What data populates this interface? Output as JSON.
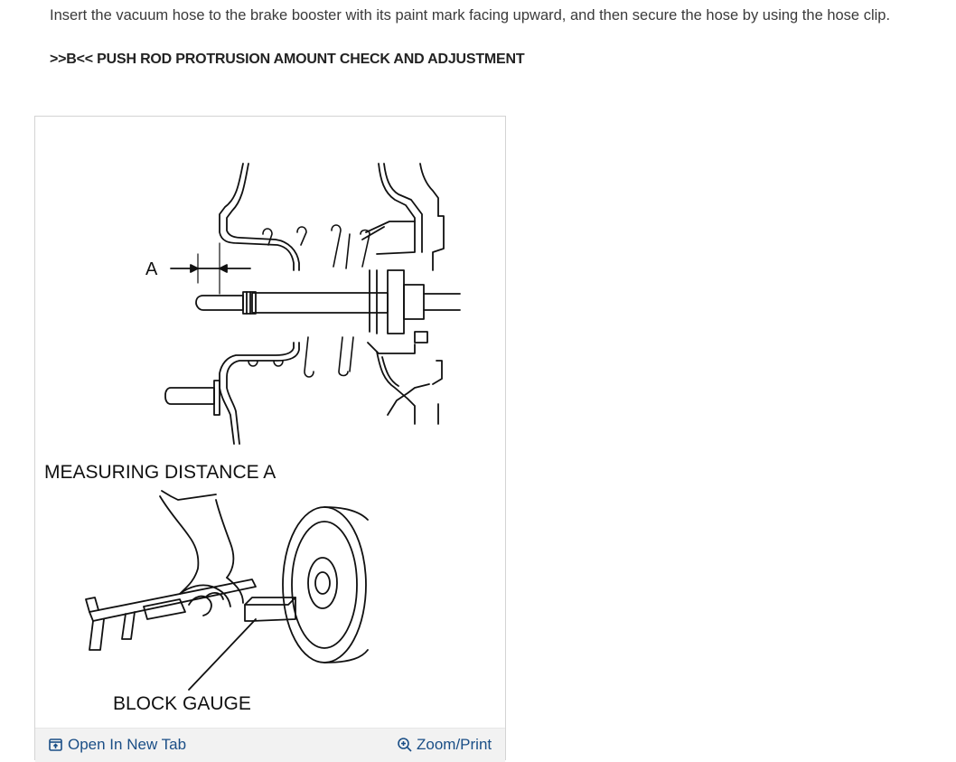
{
  "instruction": "Insert the vacuum hose to the brake booster with its paint mark facing upward, and then secure the hose by using the hose clip.",
  "section_heading": ">>B<< PUSH ROD PROTRUSION AMOUNT CHECK AND ADJUSTMENT",
  "figure": {
    "dimension_label": "A",
    "caption_top": "MEASURING DISTANCE A",
    "caption_bottom": "BLOCK GAUGE"
  },
  "toolbar": {
    "open_new_tab": "Open In New Tab",
    "open_new_tab_icon": "open-new-tab-icon",
    "zoom_print": "Zoom/Print",
    "zoom_print_icon": "zoom-in-icon",
    "link_color": "#1a4e86"
  }
}
